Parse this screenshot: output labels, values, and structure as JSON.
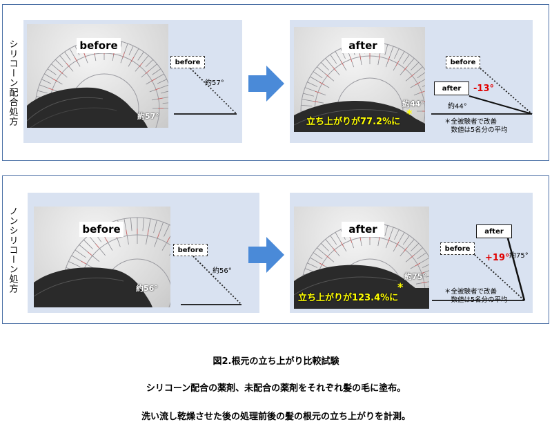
{
  "panels": [
    {
      "side_label": "シリコーン配合処方",
      "before": {
        "tag": "before",
        "box_label": "before",
        "angle_diag": "約57°",
        "angle_photo": "約57°"
      },
      "after": {
        "tag": "after",
        "angle_photo": "約44°",
        "highlight": "立ち上がりが77.2%に",
        "star": "*",
        "before_box": "before",
        "after_box": "after",
        "after_angle": "約44°",
        "change": "-13°",
        "note": "＊全被験者で改善\n　数値は5名分の平均"
      }
    },
    {
      "side_label": "ノンシリコーン処方",
      "before": {
        "tag": "before",
        "box_label": "before",
        "angle_diag": "約56°",
        "angle_photo": "約56°"
      },
      "after": {
        "tag": "after",
        "angle_photo": "約75°",
        "highlight": "立ち上がりが123.4%に",
        "star": "*",
        "before_box": "before",
        "after_box": "after",
        "after_angle": "約75°",
        "change": "+19°",
        "note": "＊全被験者で改善\n　数値は5名分の平均"
      }
    }
  ],
  "captions": [
    "図2.根元の立ち上がり比較試験",
    "シリコーン配合の薬剤、未配合の薬剤をそれぞれ髪の毛に塗布。",
    "洗い流し乾燥させた後の処理前後の髪の根元の立ち上がりを計測。"
  ],
  "colors": {
    "border": "#4a6fa5",
    "card": "#d9e2f1",
    "arrow": "#4a8ad8",
    "highlight": "#ffff00",
    "change": "#e00000"
  }
}
